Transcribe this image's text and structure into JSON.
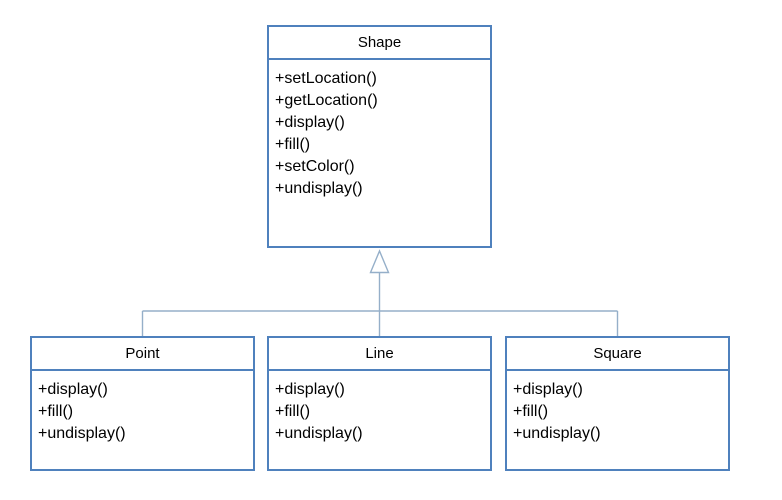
{
  "diagram": {
    "type": "uml-class-diagram",
    "classes": [
      {
        "name": "Shape",
        "methods": [
          "+setLocation()",
          "+getLocation()",
          "+display()",
          "+fill()",
          "+setColor()",
          "+undisplay()"
        ]
      },
      {
        "name": "Point",
        "methods": [
          "+display()",
          "+fill()",
          "+undisplay()"
        ]
      },
      {
        "name": "Line",
        "methods": [
          "+display()",
          "+fill()",
          "+undisplay()"
        ]
      },
      {
        "name": "Square",
        "methods": [
          "+display()",
          "+fill()",
          "+undisplay()"
        ]
      }
    ],
    "relationships": [
      {
        "type": "inheritance",
        "parent": "Shape",
        "children": [
          "Point",
          "Line",
          "Square"
        ]
      }
    ],
    "colors": {
      "box_border": "#4f81bd",
      "box_fill": "#ffffff",
      "connector": "#95afc9",
      "text": "#000000"
    }
  }
}
